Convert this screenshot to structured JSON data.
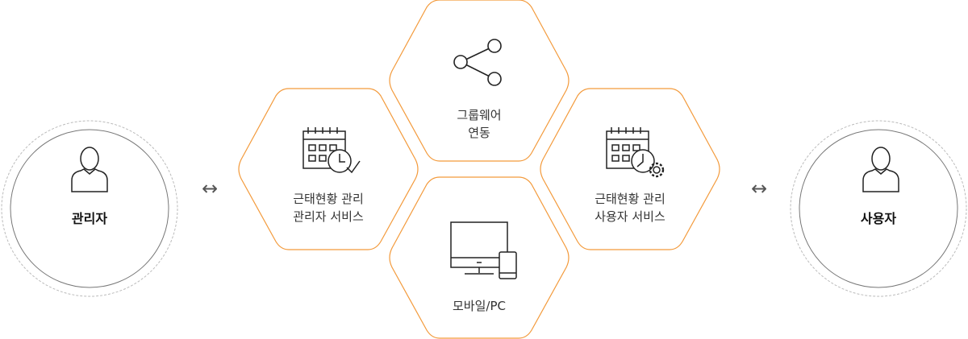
{
  "colors": {
    "accent": "#f39a3b",
    "circle_outer": "#bbbbbb",
    "circle_inner": "#777777",
    "icon": "#222222"
  },
  "actors": {
    "admin": {
      "label": "관리자",
      "icon": "person-icon"
    },
    "user": {
      "label": "사용자",
      "icon": "person-icon"
    }
  },
  "connectors": {
    "left": "↔",
    "right": "↔"
  },
  "hexagons": {
    "attendance_admin": {
      "line1": "근태현황 관리",
      "line2": "관리자 서비스",
      "icon": "calendar-clock-check-icon"
    },
    "groupware": {
      "line1": "그룹웨어",
      "line2": "연동",
      "icon": "share-icon"
    },
    "mobile_pc": {
      "line1": "모바일/PC",
      "icon": "monitor-mobile-icon"
    },
    "attendance_user": {
      "line1": "근태현황 관리",
      "line2": "사용자 서비스",
      "icon": "calendar-clock-gear-icon"
    }
  }
}
